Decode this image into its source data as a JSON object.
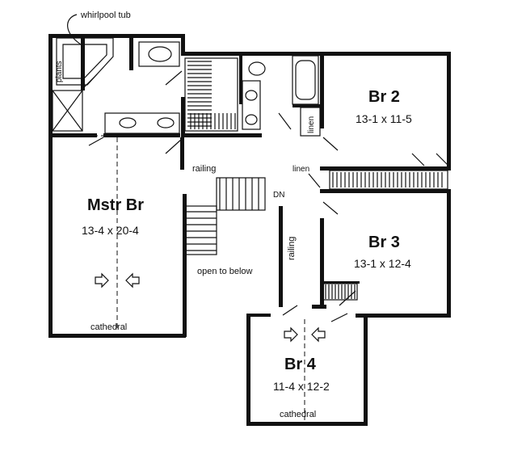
{
  "labels": {
    "whirlpool": "whirlpool tub",
    "plants": "plants",
    "linen_bath": "linen",
    "linen_hall": "linen",
    "railing_top": "railing",
    "railing_side": "railing",
    "dn": "DN",
    "open_to_below": "open to below",
    "cathedral_master": "cathedral",
    "cathedral_br4": "cathedral"
  },
  "rooms": {
    "master": {
      "name": "Mstr Br",
      "dims": "13-4 x 20-4"
    },
    "br2": {
      "name": "Br 2",
      "dims": "13-1 x 11-5"
    },
    "br3": {
      "name": "Br 3",
      "dims": "13-1 x 12-4"
    },
    "br4": {
      "name": "Br 4",
      "dims": "11-4 x 12-2"
    }
  }
}
